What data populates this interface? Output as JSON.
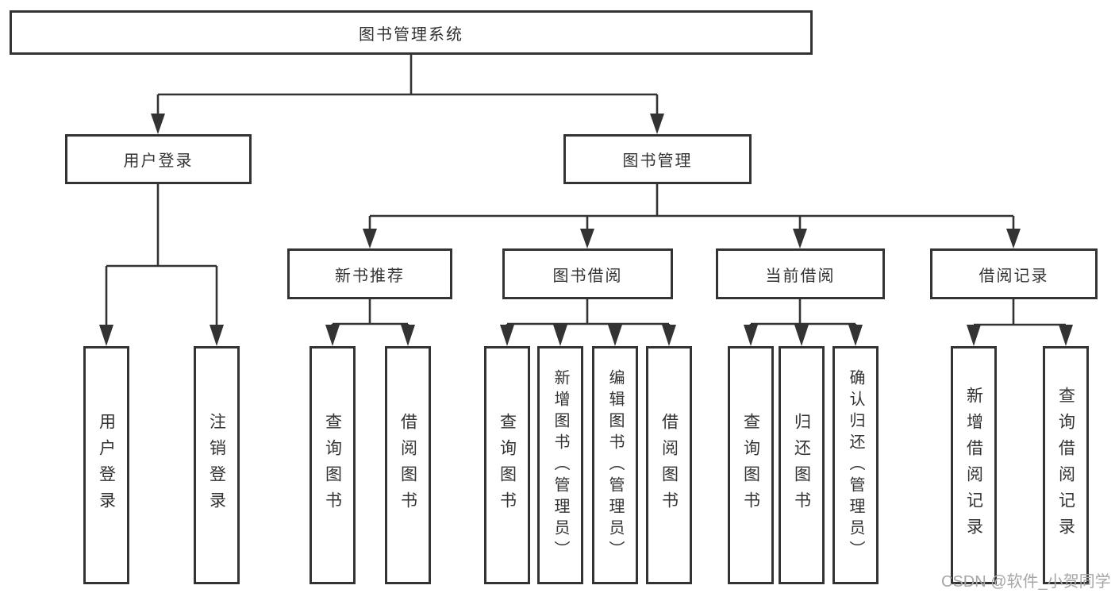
{
  "diagram": {
    "root": {
      "label": "图书管理系统"
    },
    "level2": [
      {
        "label": "用户登录"
      },
      {
        "label": "图书管理"
      }
    ],
    "level3": [
      {
        "label": "新书推荐",
        "parent": "图书管理"
      },
      {
        "label": "图书借阅",
        "parent": "图书管理"
      },
      {
        "label": "当前借阅",
        "parent": "图书管理"
      },
      {
        "label": "借阅记录",
        "parent": "图书管理"
      }
    ],
    "leaves": [
      {
        "label": "用户登录",
        "parent": "用户登录"
      },
      {
        "label": "注销登录",
        "parent": "用户登录"
      },
      {
        "label": "查询图书",
        "parent": "新书推荐"
      },
      {
        "label": "借阅图书",
        "parent": "新书推荐"
      },
      {
        "label": "查询图书",
        "parent": "图书借阅"
      },
      {
        "label": "新增图书（管理员）",
        "parent": "图书借阅"
      },
      {
        "label": "编辑图书（管理员）",
        "parent": "图书借阅"
      },
      {
        "label": "借阅图书",
        "parent": "图书借阅"
      },
      {
        "label": "查询图书",
        "parent": "当前借阅"
      },
      {
        "label": "归还图书",
        "parent": "当前借阅"
      },
      {
        "label": "确认归还（管理员）",
        "parent": "当前借阅"
      },
      {
        "label": "新增借阅记录",
        "parent": "借阅记录"
      },
      {
        "label": "查询借阅记录",
        "parent": "借阅记录"
      }
    ],
    "watermark": "CSDN @软件_小贺同学",
    "colors": {
      "line": "#333333",
      "text": "#333333",
      "watermark": "#a6a6a6",
      "background": "#ffffff"
    }
  }
}
